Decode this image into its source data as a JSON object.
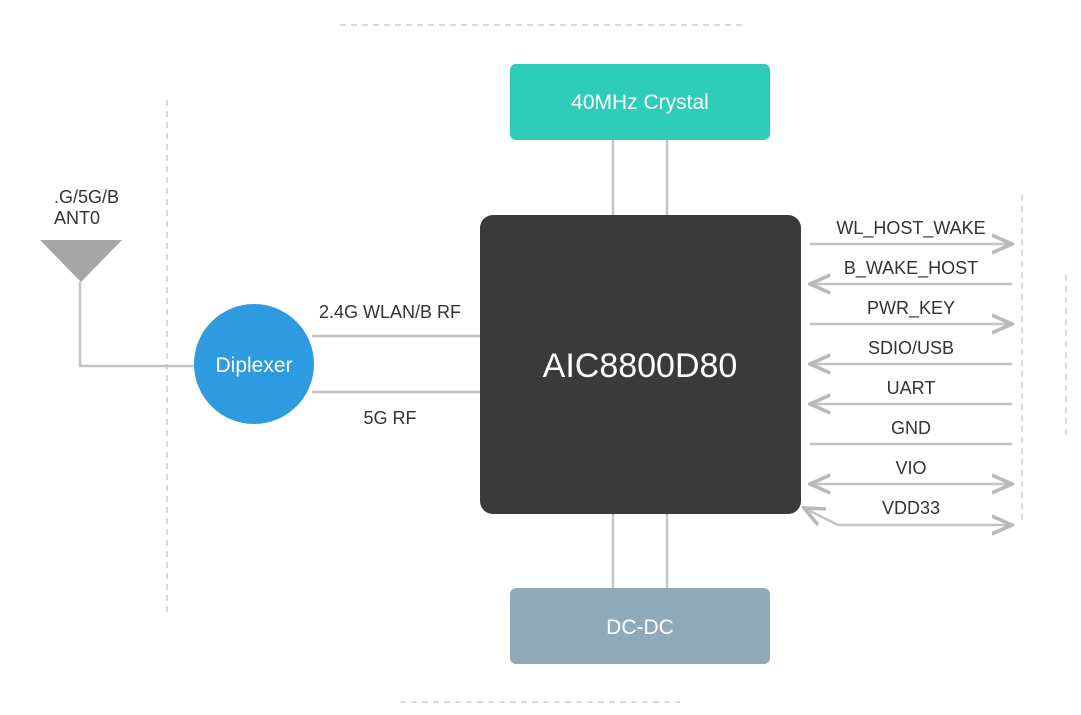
{
  "antenna": {
    "label_line1": ".G/5G/B",
    "label_line2": "ANT0"
  },
  "diplexer": {
    "label": "Diplexer",
    "color": "#2e9be0"
  },
  "rf_links": [
    {
      "label": "2.4G WLAN/B RF"
    },
    {
      "label": "5G RF"
    }
  ],
  "chip": {
    "label": "AIC8800D80",
    "color": "#3a3a3a"
  },
  "crystal": {
    "label": "40MHz Crystal",
    "color": "#2ecdb9"
  },
  "power": {
    "label": "DC-DC",
    "color": "#8faabb"
  },
  "signals": [
    {
      "label": "WL_HOST_WAKE",
      "direction": "out"
    },
    {
      "label": "B_WAKE_HOST",
      "direction": "in"
    },
    {
      "label": "PWR_KEY",
      "direction": "out"
    },
    {
      "label": "SDIO/USB",
      "direction": "in"
    },
    {
      "label": "UART",
      "direction": "in"
    },
    {
      "label": "GND",
      "direction": "none"
    },
    {
      "label": "VIO",
      "direction": "both"
    },
    {
      "label": "VDD33",
      "direction": "both"
    }
  ]
}
